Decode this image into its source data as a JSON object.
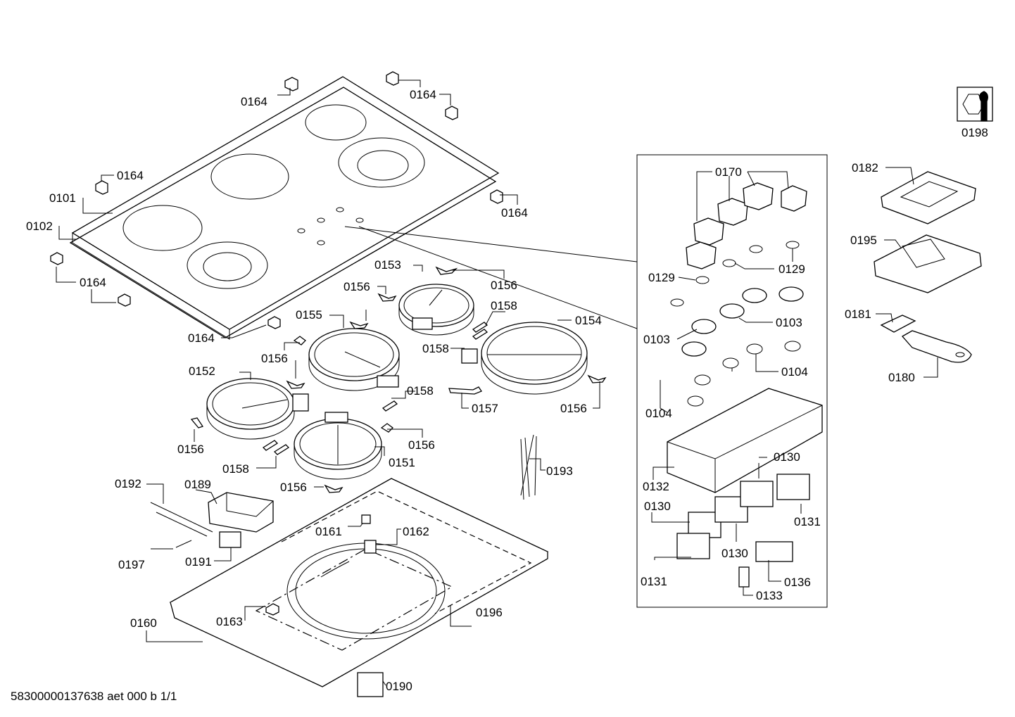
{
  "footer": "58300000137638 aet 000 b 1/1",
  "labels": {
    "l0164a": "0164",
    "l0164b": "0164",
    "l0164c": "0164",
    "l0164d": "0164",
    "l0164e": "0164",
    "l0164f": "0164",
    "l0101": "0101",
    "l0102": "0102",
    "l0153": "0153",
    "l0156a": "0156",
    "l0156b": "0156",
    "l0158a": "0158",
    "l0158b": "0158",
    "l0155": "0155",
    "l0154": "0154",
    "l0156c": "0156",
    "l0152": "0152",
    "l0158c": "0158",
    "l0157": "0157",
    "l0156d": "0156",
    "l0156e": "0156",
    "l0156f": "0156",
    "l0151": "0151",
    "l0158d": "0158",
    "l0156g": "0156",
    "l0193": "0193",
    "l0192": "0192",
    "l0189": "0189",
    "l0161": "0161",
    "l0162": "0162",
    "l0197": "0197",
    "l0191": "0191",
    "l0163": "0163",
    "l0196": "0196",
    "l0160": "0160",
    "l0190": "0190",
    "l0170": "0170",
    "l0129a": "0129",
    "l0129b": "0129",
    "l0103a": "0103",
    "l0103b": "0103",
    "l0104a": "0104",
    "l0104b": "0104",
    "l0132": "0132",
    "l0130a": "0130",
    "l0130b": "0130",
    "l0130c": "0130",
    "l0131a": "0131",
    "l0131b": "0131",
    "l0136": "0136",
    "l0133": "0133",
    "l0198": "0198",
    "l0182": "0182",
    "l0195": "0195",
    "l0181": "0181",
    "l0180": "0180"
  }
}
